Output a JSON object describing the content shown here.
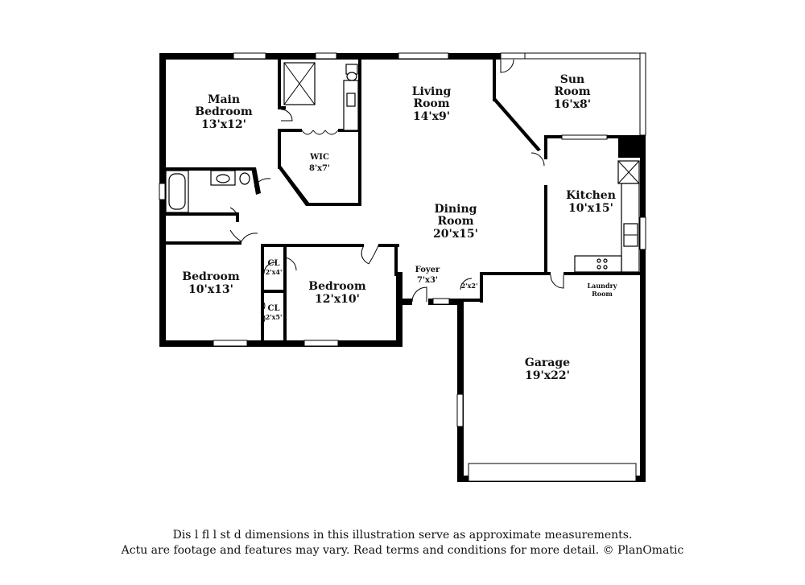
{
  "rooms": {
    "main_bedroom": {
      "name_line1": "Main",
      "name_line2": "Bedroom",
      "size": "13'x12'"
    },
    "wic": {
      "name": "WIC",
      "size": "8'x7'"
    },
    "living_room": {
      "name_line1": "Living",
      "name_line2": "Room",
      "size": "14'x9'"
    },
    "sun_room": {
      "name_line1": "Sun",
      "name_line2": "Room",
      "size": "16'x8'"
    },
    "kitchen": {
      "name": "Kitchen",
      "size": "10'x15'"
    },
    "dining_room": {
      "name_line1": "Dining",
      "name_line2": "Room",
      "size": "20'x15'"
    },
    "bedroom_left": {
      "name": "Bedroom",
      "size": "10'x13'"
    },
    "closet_upper": {
      "name": "CL",
      "size": "2'x4'"
    },
    "closet_lower": {
      "name": "CL",
      "size": "2'x5'"
    },
    "bedroom_middle": {
      "name": "Bedroom",
      "size": "12'x10'"
    },
    "foyer": {
      "name": "Foyer",
      "size": "7'x3'"
    },
    "small_closet": {
      "size": "2'x2'"
    },
    "laundry_room": {
      "name_line1": "Laundry",
      "name_line2": "Room"
    },
    "garage": {
      "name": "Garage",
      "size": "19'x22'"
    }
  },
  "disclaimer": {
    "line1": "Dis      l   fl      l      st  d dimensions in this illustration serve as approximate measurements.",
    "line2": "Actu     are footage and features may vary. Read terms and conditions for more detail. © PlanOmatic"
  },
  "colors": {
    "wall": "#000000",
    "background": "#ffffff"
  }
}
